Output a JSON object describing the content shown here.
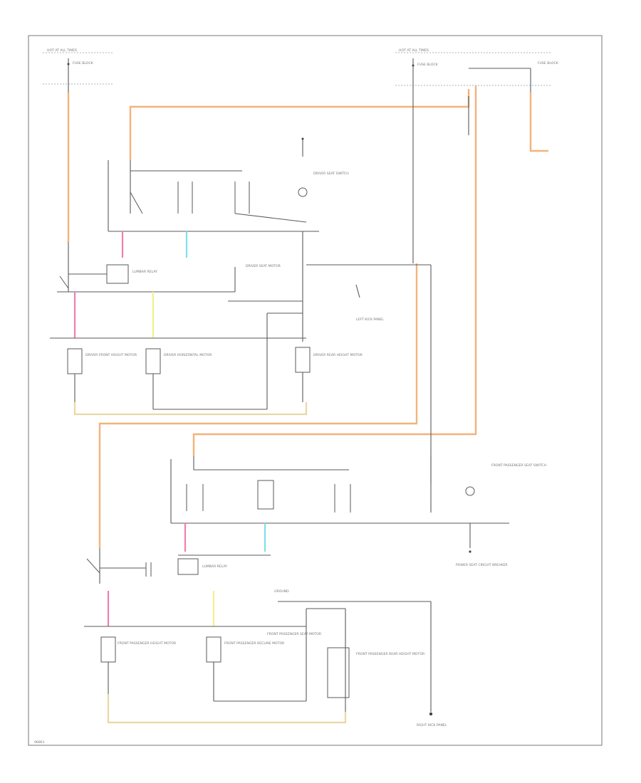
{
  "colors": {
    "wire_black": "#5a5a5a",
    "wire_orange": "#f4b27a",
    "wire_pink": "#ee7fb0",
    "wire_cyan": "#7fe0e8",
    "wire_yellow": "#f3f08a",
    "wire_tan": "#e9d7a4",
    "frame": "#777777"
  },
  "labels": {
    "top_left_fuse": "HOT AT ALL TIMES",
    "top_left_fuse_detail": "FUSE BLOCK",
    "top_right_fuse": "HOT AT ALL TIMES",
    "top_right_fuse_detail": "FUSE BLOCK",
    "top_right_block": "FUSE BLOCK",
    "driver_switch": "DRIVER SEAT SWITCH",
    "driver_lumbar": "LUMBAR RELAY",
    "driver_seat_motor": "DRIVER SEAT MOTOR",
    "driver_front_motor": "DRIVER FRONT HEIGHT MOTOR",
    "driver_horiz_motor": "DRIVER HORIZONTAL MOTOR",
    "driver_rear_motor": "DRIVER REAR HEIGHT MOTOR",
    "driver_ground": "LEFT KICK PANEL",
    "power_seat_main": "POWER SEAT CIRCUIT BREAKER",
    "passenger_switch": "FRONT PASSENGER SEAT SWITCH",
    "passenger_lumbar": "LUMBAR RELAY",
    "passenger_ground_label": "GROUND",
    "passenger_front_motor": "FRONT PASSENGER HEIGHT MOTOR",
    "passenger_recline_motor": "FRONT PASSENGER RECLINE MOTOR",
    "passenger_horiz_motor": "FRONT PASSENGER SEAT MOTOR",
    "passenger_rear_motor": "FRONT PASSENGER REAR HEIGHT MOTOR",
    "bottom_ground": "RIGHT KICK PANEL",
    "corner_code": "96861"
  }
}
